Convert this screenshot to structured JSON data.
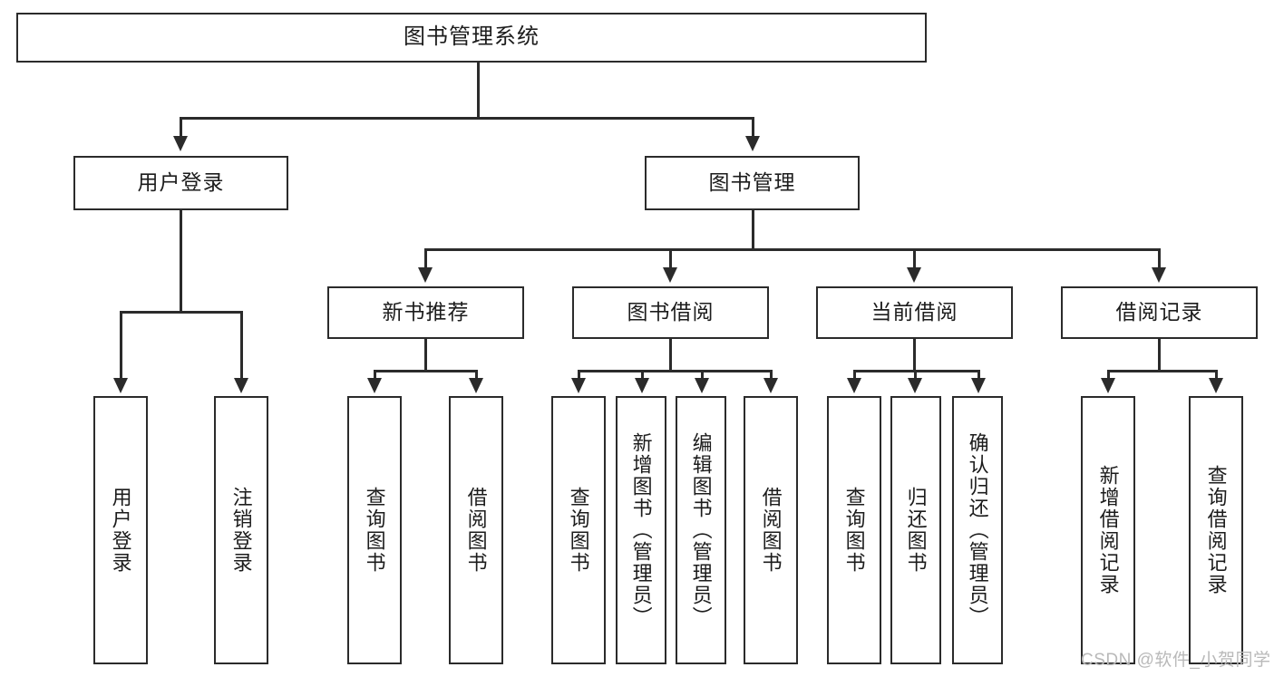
{
  "diagram": {
    "title": "图书管理系统",
    "type": "tree",
    "watermark": "CSDN @软件_小贺同学",
    "colors": {
      "stroke": "#2b2b2b",
      "background": "#ffffff",
      "text": "#1c1c1c",
      "watermark": "#b9b9b9"
    },
    "root": {
      "label": "图书管理系统"
    },
    "level2": [
      {
        "label": "用户登录"
      },
      {
        "label": "图书管理"
      }
    ],
    "level3": [
      {
        "label": "新书推荐"
      },
      {
        "label": "图书借阅"
      },
      {
        "label": "当前借阅"
      },
      {
        "label": "借阅记录"
      }
    ],
    "leaves": {
      "user_login": [
        {
          "label": "用户登录"
        },
        {
          "label": "注销登录"
        }
      ],
      "new_book_recommend": [
        {
          "label": "查询图书"
        },
        {
          "label": "借阅图书"
        }
      ],
      "book_borrow": [
        {
          "label": "查询图书"
        },
        {
          "label": "新增图书（管理员）"
        },
        {
          "label": "编辑图书（管理员）"
        },
        {
          "label": "借阅图书"
        }
      ],
      "current_borrow": [
        {
          "label": "查询图书"
        },
        {
          "label": "归还图书"
        },
        {
          "label": "确认归还（管理员）"
        }
      ],
      "borrow_record": [
        {
          "label": "新增借阅记录"
        },
        {
          "label": "查询借阅记录"
        }
      ]
    }
  }
}
